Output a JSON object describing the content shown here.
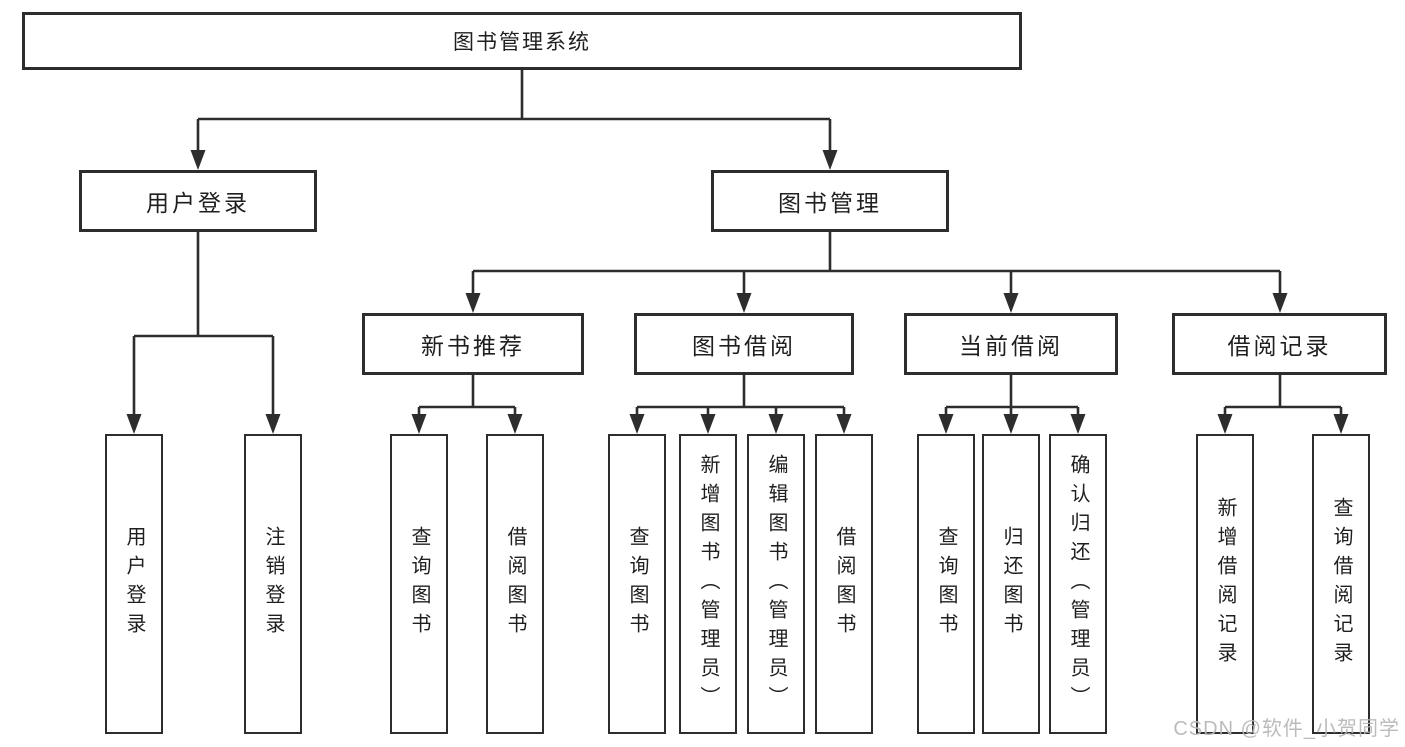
{
  "colors": {
    "line": "#2d2d2d",
    "box_border": "#2d2d2d",
    "background": "#ffffff",
    "watermark": "#b6b6b6"
  },
  "watermark": {
    "text": "CSDN @软件_小贺同学"
  },
  "tree": {
    "root": {
      "label": "图书管理系统"
    },
    "children": [
      {
        "label": "用户登录",
        "children": [
          {
            "label": "用户登录"
          },
          {
            "label": "注销登录"
          }
        ]
      },
      {
        "label": "图书管理",
        "children": [
          {
            "label": "新书推荐",
            "children": [
              {
                "label": "查询图书"
              },
              {
                "label": "借阅图书"
              }
            ]
          },
          {
            "label": "图书借阅",
            "children": [
              {
                "label": "查询图书"
              },
              {
                "label": "新增图书（管理员）"
              },
              {
                "label": "编辑图书（管理员）"
              },
              {
                "label": "借阅图书"
              }
            ]
          },
          {
            "label": "当前借阅",
            "children": [
              {
                "label": "查询图书"
              },
              {
                "label": "归还图书"
              },
              {
                "label": "确认归还（管理员）"
              }
            ]
          },
          {
            "label": "借阅记录",
            "children": [
              {
                "label": "新增借阅记录"
              },
              {
                "label": "查询借阅记录"
              }
            ]
          }
        ]
      }
    ]
  }
}
